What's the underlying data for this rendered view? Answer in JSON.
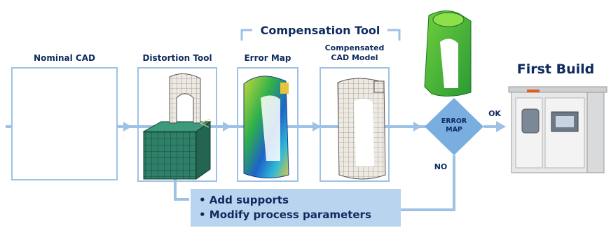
{
  "labels": {
    "nominal_cad": "Nominal CAD",
    "distortion_tool": "Distortion Tool",
    "compensation_tool": "Compensation Tool",
    "error_map": "Error Map",
    "compensated_line1": "Compensated",
    "compensated_line2": "CAD Model",
    "first_build": "First Build",
    "decision_line1": "ERROR",
    "decision_line2": "MAP",
    "ok": "OK",
    "no": "NO"
  },
  "feedback": {
    "items": [
      "• Add supports",
      "• Modify process parameters"
    ]
  },
  "colors": {
    "flow_blue": "#9ec2e6",
    "decision_blue": "#7aaee0",
    "text_navy": "#0d2b5e",
    "feedback_bg": "#b8d4ef",
    "cad_yellow": "#d8df1e",
    "mesh_green": "#2e8068",
    "error_green": "#3fae3a"
  }
}
